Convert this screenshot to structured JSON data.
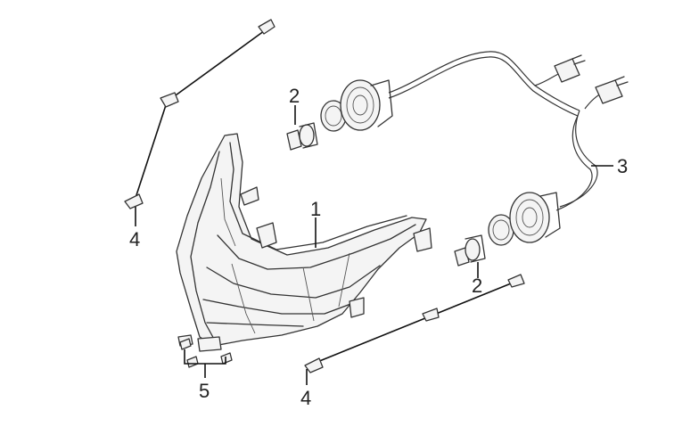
{
  "callouts": {
    "headlight_assembly": "1",
    "bulb_upper": "2",
    "bulb_lower": "2",
    "wiring_harness": "3",
    "screw_left": "4",
    "screw_right": "4",
    "clip_nuts": "5"
  },
  "colors": {
    "line": "#333333",
    "label": "#222222",
    "fill": "#f4f4f4"
  }
}
